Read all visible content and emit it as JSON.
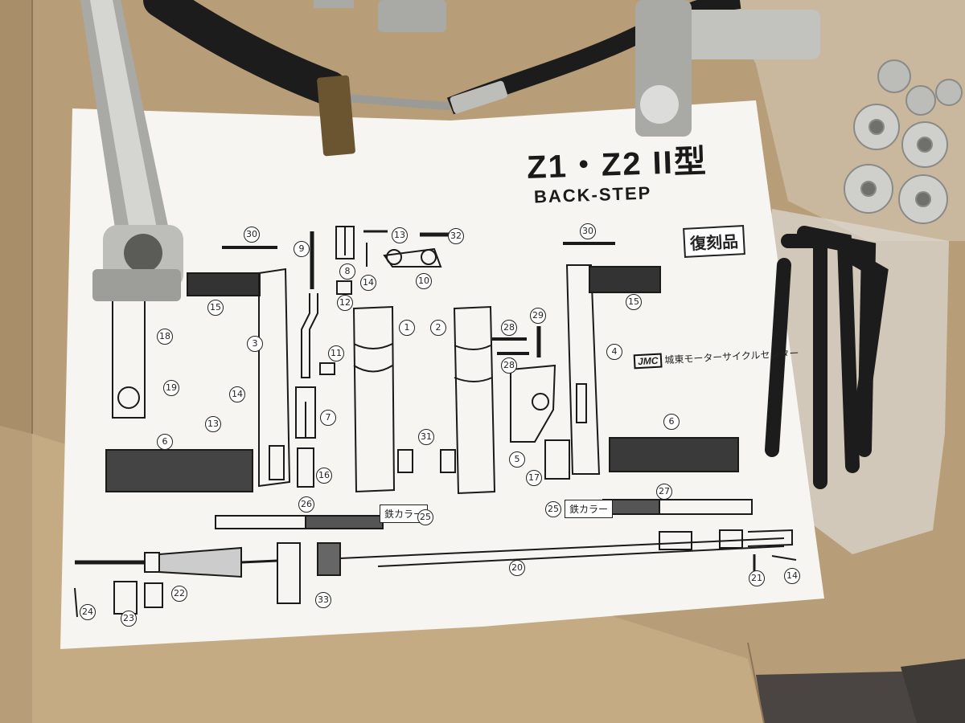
{
  "sheet": {
    "model_title": "Z1・Z2 II型",
    "subtitle": "BACK-STEP",
    "reprint_stamp": "復刻品",
    "maker_logo": "JMC",
    "maker_name": "城東モーターサイクルセンター",
    "collar_label": "鉄カラー"
  },
  "part_numbers": [
    "30",
    "9",
    "8",
    "13",
    "32",
    "12",
    "14",
    "10",
    "15",
    "18",
    "3",
    "11",
    "1",
    "2",
    "29",
    "28",
    "28",
    "4",
    "19",
    "14",
    "13",
    "7",
    "6",
    "31",
    "5",
    "17",
    "16",
    "6",
    "26",
    "25",
    "25",
    "27",
    "20",
    "21",
    "14",
    "22",
    "23",
    "24",
    "33",
    "30",
    "15"
  ],
  "colors": {
    "cardboard": "#b89e78",
    "paper": "#f6f5f1",
    "ink": "#1a1a1a",
    "floor": "#4a4542",
    "metal": "#c9c9c7",
    "cable": "#1c1c1c",
    "brass": "#6b5530"
  }
}
